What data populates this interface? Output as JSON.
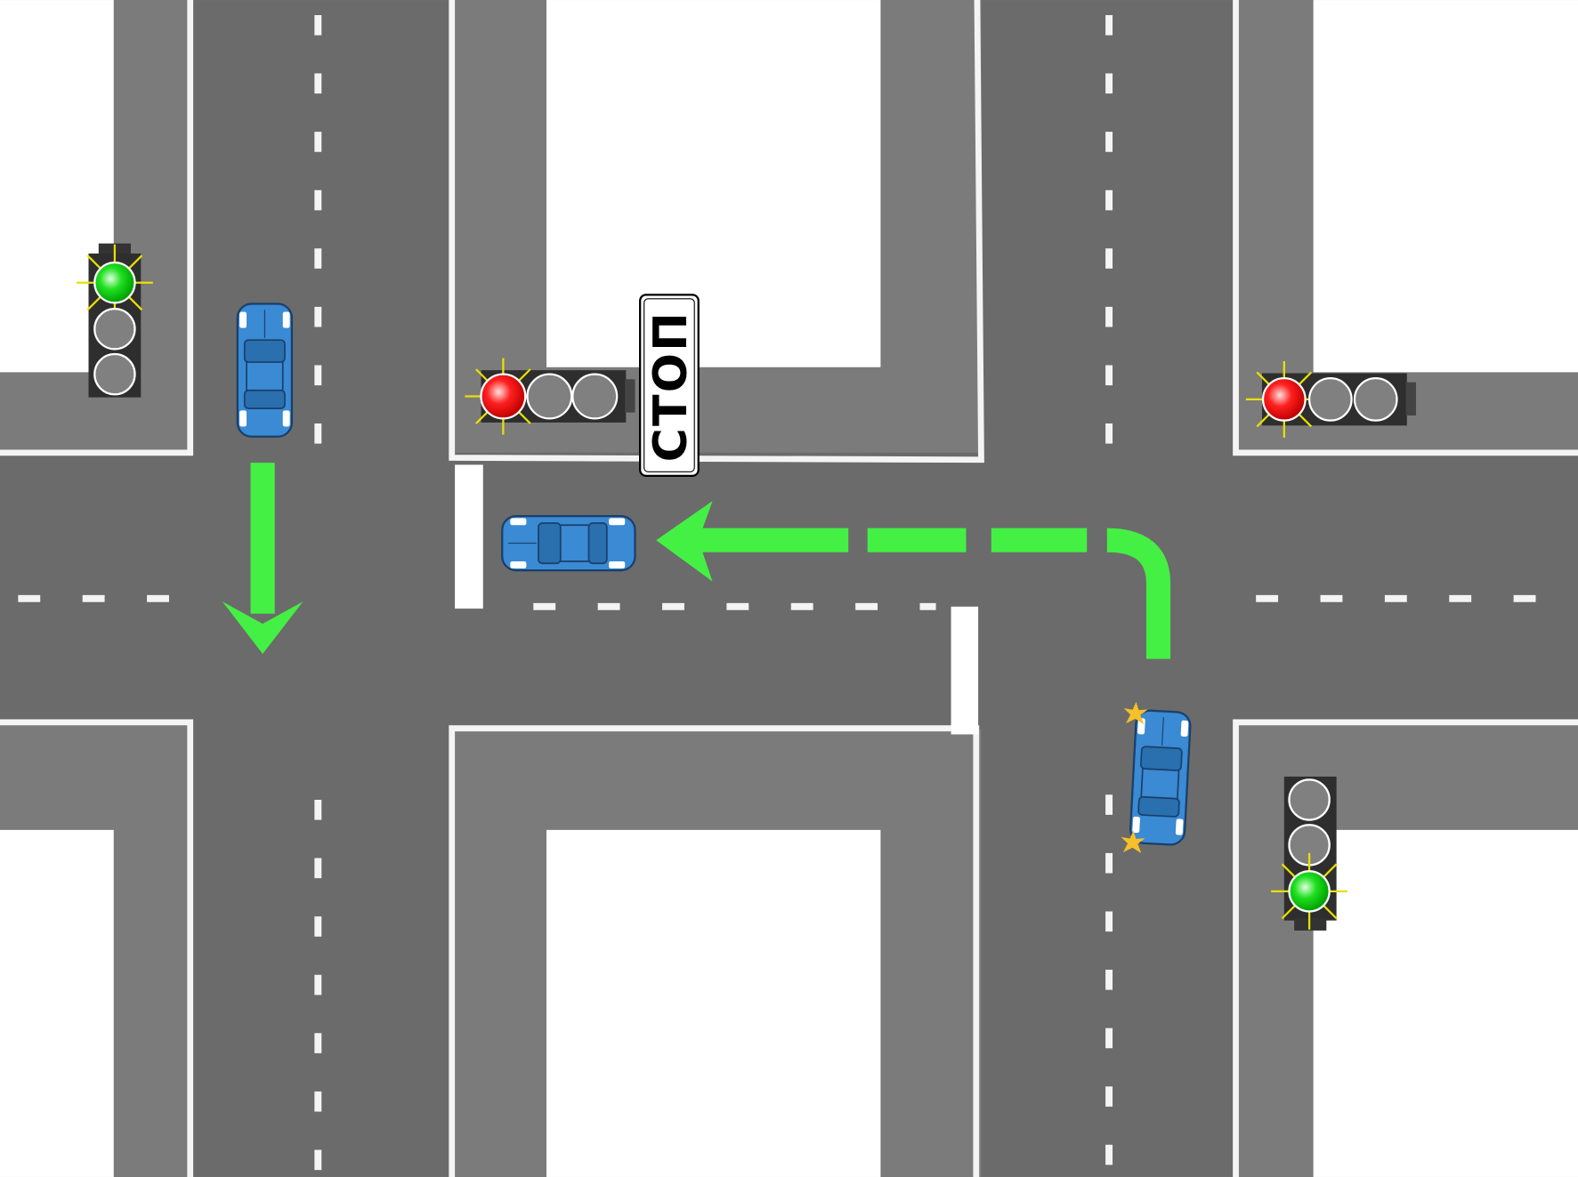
{
  "scene": {
    "sign_text": "СТОП",
    "colors": {
      "road": "#6b6b6b",
      "sidewalk": "#7b7b7b",
      "lot": "#ffffff",
      "car": "#3a8ad4",
      "arrow": "#44f044",
      "light_red": "#ff1a1a",
      "light_green": "#22e022",
      "light_off": "#808080",
      "signal_housing": "#2e2e2e"
    },
    "traffic_lights": [
      {
        "name": "north-west",
        "lit": "green"
      },
      {
        "name": "center-north",
        "lit": "red"
      },
      {
        "name": "north-east",
        "lit": "red"
      },
      {
        "name": "south-east",
        "lit": "green"
      }
    ],
    "cars": [
      {
        "name": "car-heading-south",
        "direction": "south"
      },
      {
        "name": "car-at-stop-line",
        "direction": "west"
      },
      {
        "name": "car-turning-left",
        "direction": "north",
        "turn_signal": "left"
      }
    ]
  }
}
